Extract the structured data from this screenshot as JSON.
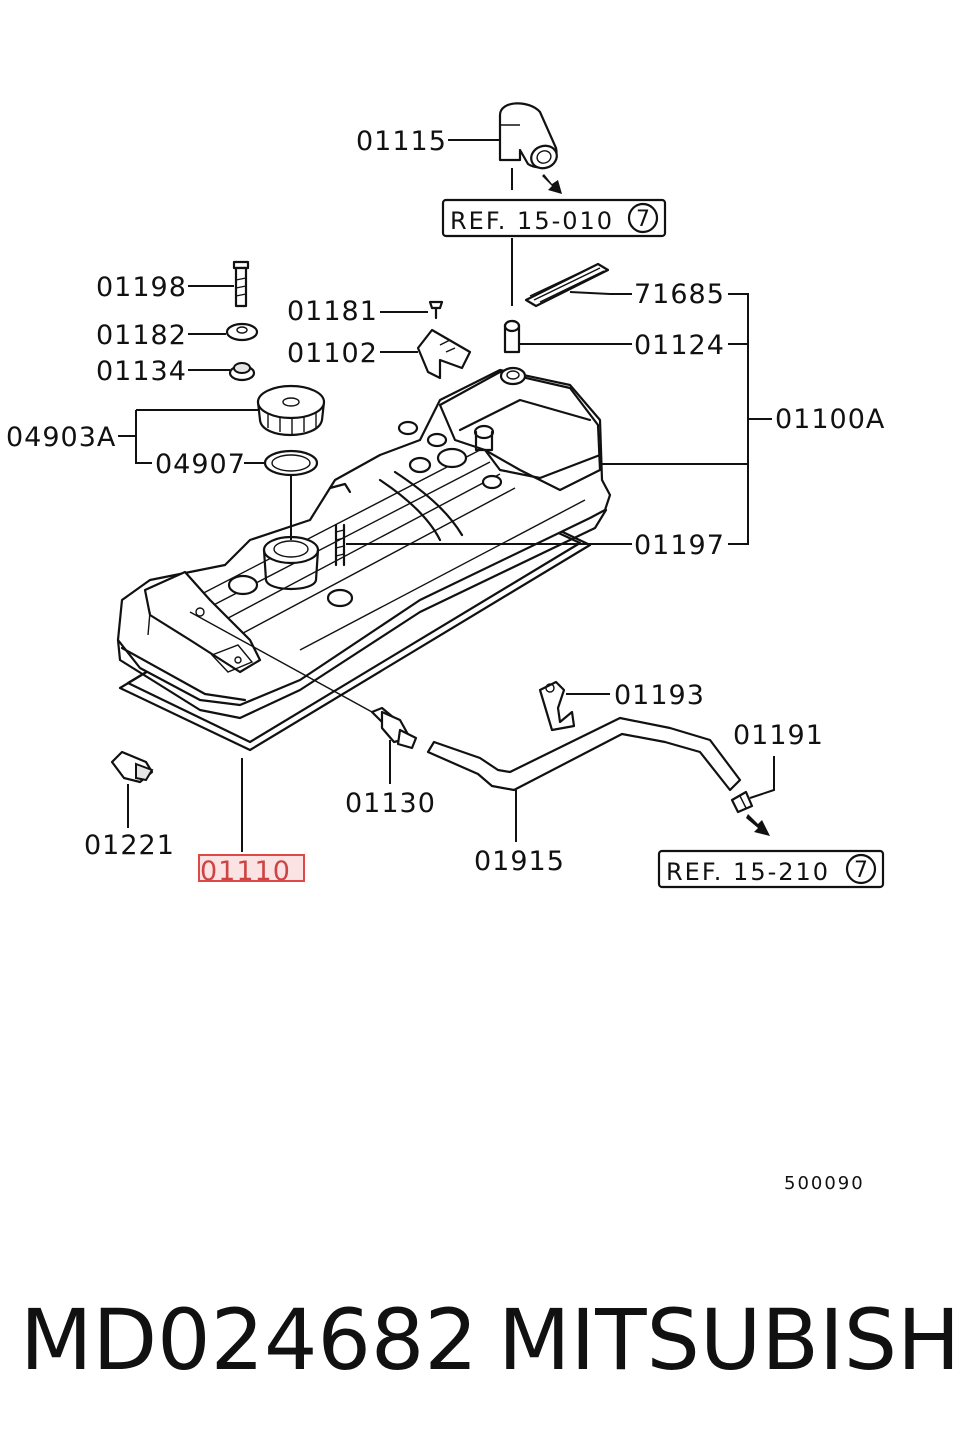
{
  "diagram": {
    "labels": {
      "p01115": "01115",
      "p01198": "01198",
      "p01182": "01182",
      "p01134": "01134",
      "p01181": "01181",
      "p01102": "01102",
      "p04903A": "04903A",
      "p04907": "04907",
      "p71685": "71685",
      "p01124": "01124",
      "p01100A": "01100A",
      "p01197": "01197",
      "p01193": "01193",
      "p01191": "01191",
      "p01130": "01130",
      "p01221": "01221",
      "p01915": "01915",
      "p01110": "01110"
    },
    "ref_top": {
      "text": "REF. 15-010",
      "circle": "7"
    },
    "ref_bottom": {
      "text": "REF. 15-210",
      "circle": "7"
    },
    "drawing_code": "500090",
    "highlighted_part": "01110",
    "highlight_color": "#e04848"
  },
  "footer": {
    "part_number": "MD024682",
    "brand": "MITSUBISHI"
  }
}
